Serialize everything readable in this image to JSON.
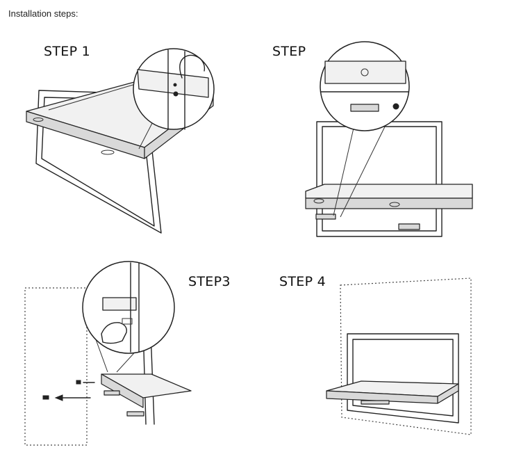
{
  "header": {
    "title": "Installation steps:"
  },
  "steps": [
    {
      "label": "STEP 1"
    },
    {
      "label": "STEP"
    },
    {
      "label": "STEP3"
    },
    {
      "label": "STEP 4"
    }
  ]
}
